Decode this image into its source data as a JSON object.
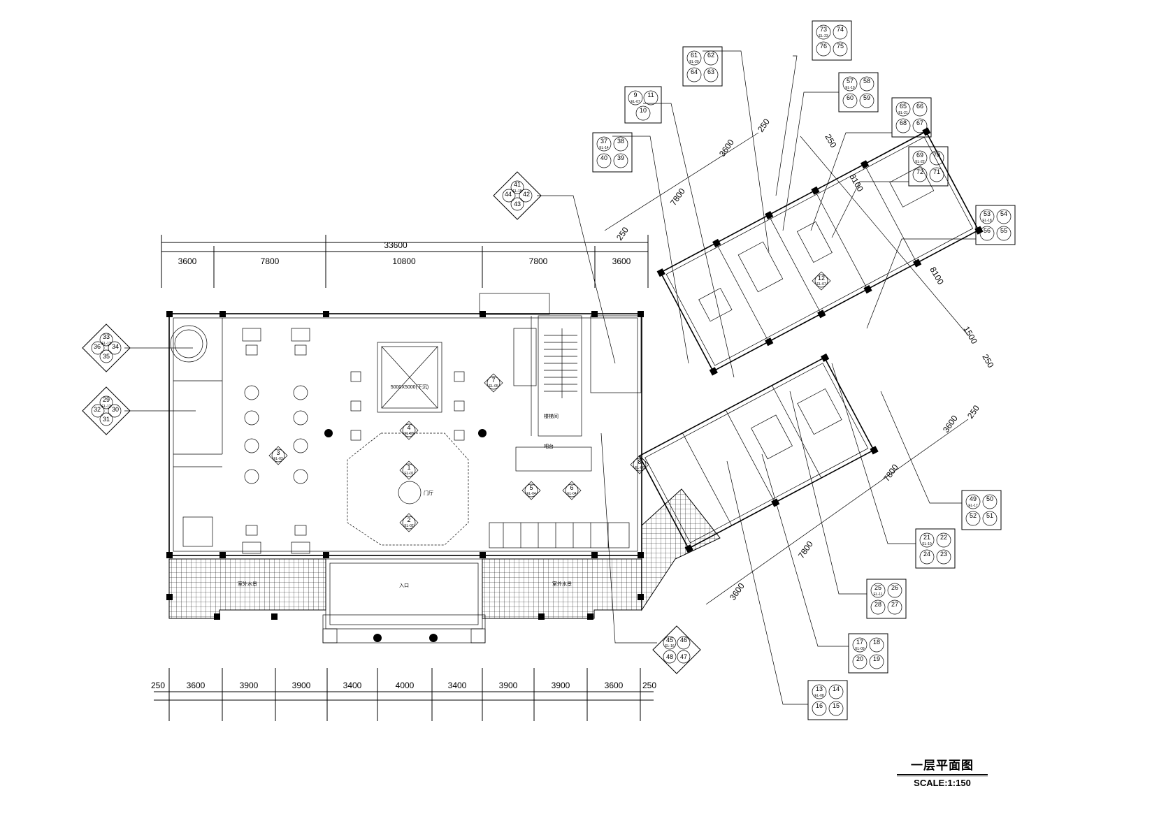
{
  "drawing": {
    "title": "一层平面图",
    "scale": "SCALE:1:150"
  },
  "dimensions": {
    "top_total": "33600",
    "top": [
      "3600",
      "7800",
      "10800",
      "7800",
      "3600"
    ],
    "bottom": [
      "250",
      "3600",
      "3900",
      "3900",
      "3400",
      "4000",
      "3400",
      "3900",
      "3900",
      "3600",
      "250"
    ],
    "wing": [
      "3600",
      "250",
      "250",
      "8100",
      "8100",
      "1500",
      "250",
      "250",
      "3600",
      "7800",
      "7800",
      "3600",
      "7800",
      "250"
    ]
  },
  "section_markers": [
    {
      "n": "1",
      "ref": "EL-01"
    },
    {
      "n": "2",
      "ref": "EL-02"
    },
    {
      "n": "3",
      "ref": "EL-03"
    },
    {
      "n": "4",
      "ref": "EL-03"
    },
    {
      "n": "5",
      "ref": "EL-04"
    },
    {
      "n": "6",
      "ref": "EL-04"
    },
    {
      "n": "7",
      "ref": "EL-05"
    },
    {
      "n": "8",
      "ref": "EL-06"
    },
    {
      "n": "12",
      "ref": "EL-07"
    }
  ],
  "elevation_tags": [
    {
      "nums": [
        "33",
        "34",
        "35",
        "36"
      ],
      "ref": "EL-13"
    },
    {
      "nums": [
        "29",
        "30",
        "31",
        "32"
      ],
      "ref": "EL-12"
    },
    {
      "nums": [
        "41",
        "42",
        "43",
        "44"
      ],
      "ref": "EL-15"
    },
    {
      "nums": [
        "37",
        "38",
        "39",
        "40"
      ],
      "ref": "EL-14"
    },
    {
      "nums": [
        "9",
        "11",
        "10"
      ],
      "ref": "EL-07"
    },
    {
      "nums": [
        "61",
        "62",
        "63",
        "64"
      ],
      "ref": "EL-20"
    },
    {
      "nums": [
        "73",
        "74",
        "75",
        "76"
      ],
      "ref": "EL-23"
    },
    {
      "nums": [
        "57",
        "58",
        "59",
        "60"
      ],
      "ref": "EL-19"
    },
    {
      "nums": [
        "65",
        "66",
        "67",
        "68"
      ],
      "ref": "EL-21"
    },
    {
      "nums": [
        "69",
        "70",
        "71",
        "72"
      ],
      "ref": "EL-22"
    },
    {
      "nums": [
        "53",
        "54",
        "55",
        "56"
      ],
      "ref": "EL-18"
    },
    {
      "nums": [
        "49",
        "50",
        "51",
        "52"
      ],
      "ref": "EL-17"
    },
    {
      "nums": [
        "21",
        "22",
        "23",
        "24"
      ],
      "ref": "EL-10"
    },
    {
      "nums": [
        "25",
        "26",
        "27",
        "28"
      ],
      "ref": "EL-11"
    },
    {
      "nums": [
        "17",
        "18",
        "19",
        "20"
      ],
      "ref": "EL-09"
    },
    {
      "nums": [
        "13",
        "14",
        "15",
        "16"
      ],
      "ref": "EL-08"
    },
    {
      "nums": [
        "45",
        "46",
        "47",
        "48"
      ],
      "ref": "EL-16"
    }
  ],
  "room_labels": {
    "entrance": "入口",
    "lobby": "门厅",
    "sink_size": "5000X5000(下沉)",
    "tub_left": "室外水景",
    "tub_right": "室外水景",
    "stair": "楼梯间",
    "bar": "吧台"
  },
  "colors": {
    "line": "#000000",
    "background": "#ffffff"
  }
}
